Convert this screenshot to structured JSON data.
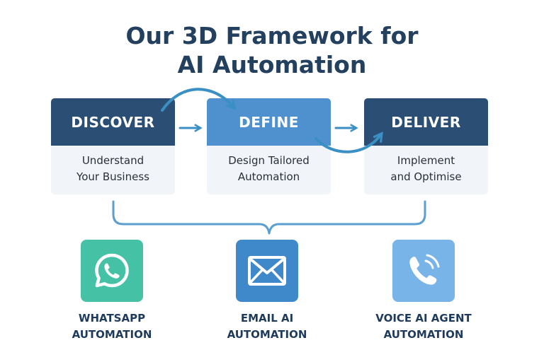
{
  "title": {
    "line1": "Our 3D Framework for",
    "line2": "AI Automation"
  },
  "colors": {
    "title": "#23405f",
    "dark_header": "#2b4e74",
    "light_header": "#4f91cf",
    "body_bg": "#f1f5f9",
    "arrow": "#3a8fc4",
    "whatsapp_tile": "#45c2a6",
    "email_tile": "#3f88c9",
    "voice_tile": "#78b4e8"
  },
  "steps": [
    {
      "title": "DISCOVER",
      "desc_line1": "Understand",
      "desc_line2": "Your Business"
    },
    {
      "title": "DEFINE",
      "desc_line1": "Design Tailored",
      "desc_line2": "Automation"
    },
    {
      "title": "DELIVER",
      "desc_line1": "Implement",
      "desc_line2": "and Optimise"
    }
  ],
  "services": [
    {
      "icon": "whatsapp-icon",
      "line1": "WHATSAPP",
      "line2": "AUTOMATION"
    },
    {
      "icon": "email-icon",
      "line1": "EMAIL AI",
      "line2": "AUTOMATION"
    },
    {
      "icon": "voice-icon",
      "line1": "VOICE AI AGENT",
      "line2": "AUTOMATION"
    }
  ]
}
